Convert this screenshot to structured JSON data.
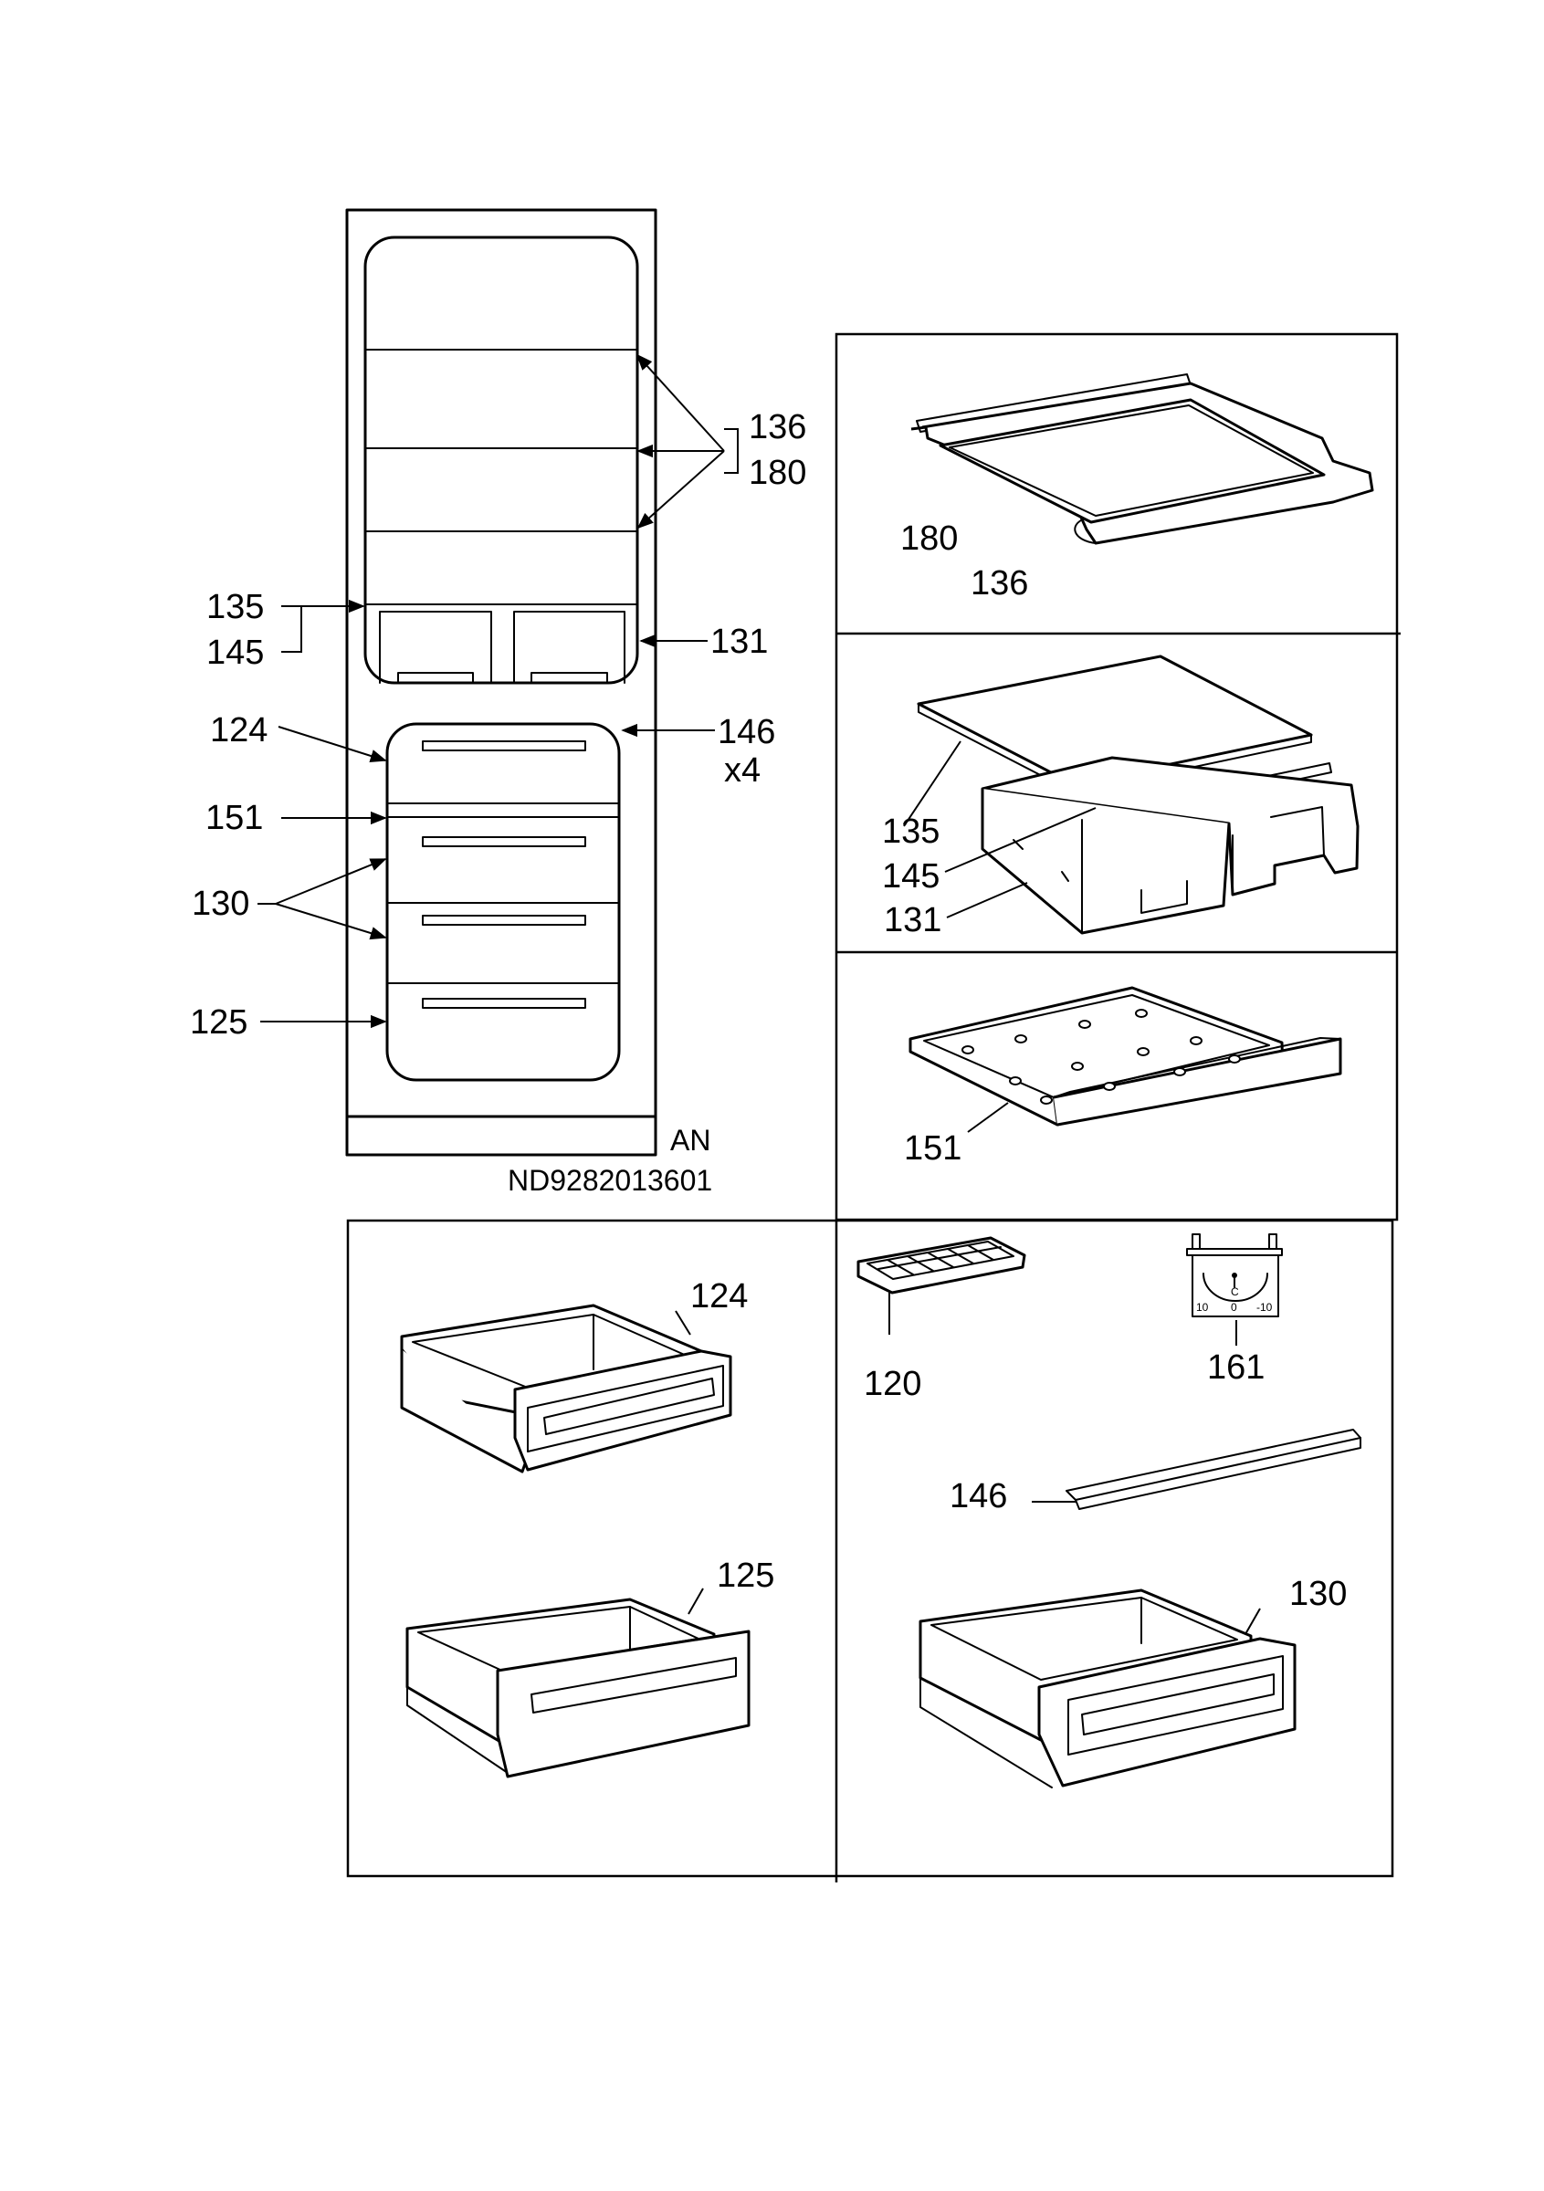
{
  "labels": {
    "l136": "136",
    "l180": "180",
    "l135": "135",
    "l145": "145",
    "l131": "131",
    "l124": "124",
    "l146": "146",
    "l146x": "x4",
    "l151": "151",
    "l130": "130",
    "l125": "125",
    "an": "AN",
    "doc_code": "ND9282013601",
    "p180": "180",
    "p136": "136",
    "p135": "135",
    "p145": "145",
    "p131": "131",
    "p151": "151",
    "p124": "124",
    "p125": "125",
    "p120": "120",
    "p161": "161",
    "p146": "146",
    "p130": "130"
  },
  "thermostat_scale": {
    "letter": "C",
    "t_left": "10",
    "t_mid": "0",
    "t_right": "-10"
  }
}
